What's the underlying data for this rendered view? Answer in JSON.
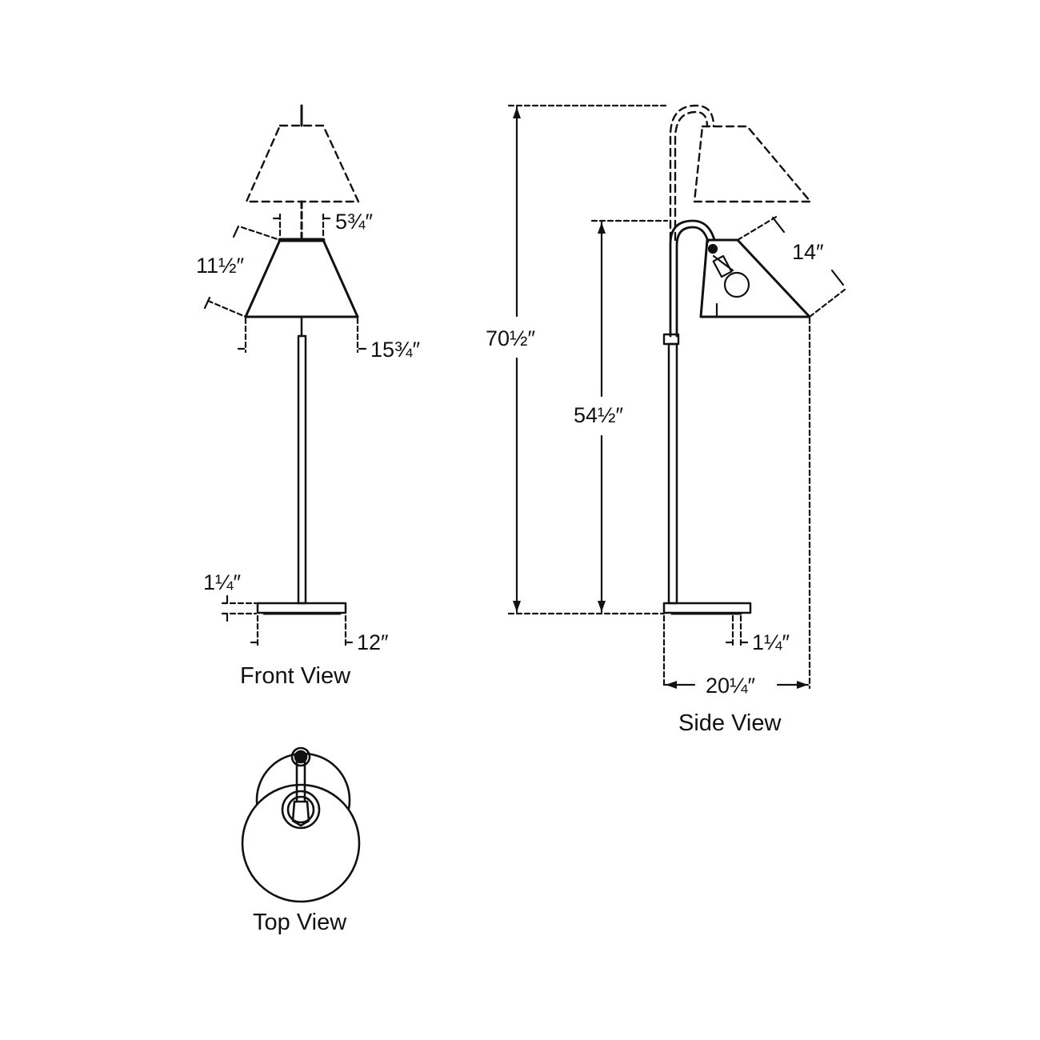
{
  "front_view": {
    "caption": "Front View",
    "dims": {
      "collar_width": "5¾″",
      "shade_height": "11½″",
      "shade_bottom_width": "15¾″",
      "base_height": "1¼″",
      "base_width": "12″"
    }
  },
  "side_view": {
    "caption": "Side View",
    "dims": {
      "max_height": "70½″",
      "min_height": "54½″",
      "shade_length": "14″",
      "base_height": "1¼″",
      "overall_depth": "20¼″"
    }
  },
  "top_view": {
    "caption": "Top View"
  }
}
